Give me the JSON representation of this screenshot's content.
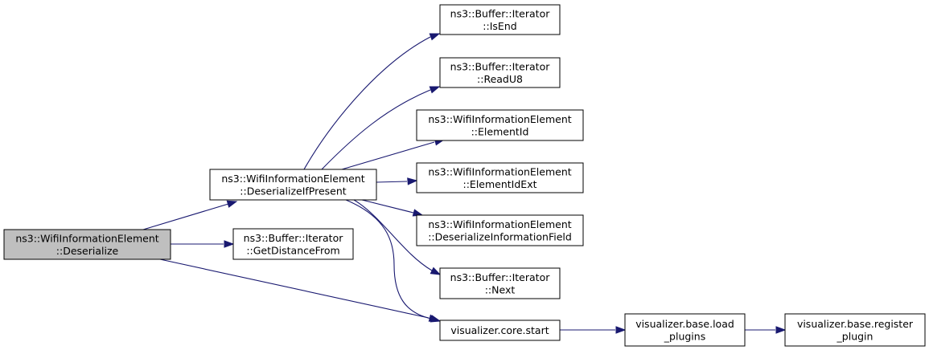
{
  "graph": {
    "nodes": {
      "deserialize": {
        "lines": [
          "ns3::WifiInformationElement",
          "::Deserialize"
        ],
        "root": true
      },
      "deserializeIfPresent": {
        "lines": [
          "ns3::WifiInformationElement",
          "::DeserializeIfPresent"
        ]
      },
      "getDistanceFrom": {
        "lines": [
          "ns3::Buffer::Iterator",
          "::GetDistanceFrom"
        ]
      },
      "isEnd": {
        "lines": [
          "ns3::Buffer::Iterator",
          "::IsEnd"
        ]
      },
      "readU8": {
        "lines": [
          "ns3::Buffer::Iterator",
          "::ReadU8"
        ]
      },
      "elementId": {
        "lines": [
          "ns3::WifiInformationElement",
          "::ElementId"
        ]
      },
      "elementIdExt": {
        "lines": [
          "ns3::WifiInformationElement",
          "::ElementIdExt"
        ]
      },
      "deserializeInfoField": {
        "lines": [
          "ns3::WifiInformationElement",
          "::DeserializeInformationField"
        ]
      },
      "next": {
        "lines": [
          "ns3::Buffer::Iterator",
          "::Next"
        ]
      },
      "coreStart": {
        "lines": [
          "visualizer.core.start"
        ]
      },
      "loadPlugins": {
        "lines": [
          "visualizer.base.load",
          "_plugins"
        ]
      },
      "registerPlugin": {
        "lines": [
          "visualizer.base.register",
          "_plugin"
        ]
      }
    },
    "edges": [
      [
        "deserialize",
        "deserializeIfPresent"
      ],
      [
        "deserialize",
        "getDistanceFrom"
      ],
      [
        "deserialize",
        "coreStart"
      ],
      [
        "deserializeIfPresent",
        "isEnd"
      ],
      [
        "deserializeIfPresent",
        "readU8"
      ],
      [
        "deserializeIfPresent",
        "elementId"
      ],
      [
        "deserializeIfPresent",
        "elementIdExt"
      ],
      [
        "deserializeIfPresent",
        "deserializeInfoField"
      ],
      [
        "deserializeIfPresent",
        "next"
      ],
      [
        "deserializeIfPresent",
        "coreStart"
      ],
      [
        "coreStart",
        "loadPlugins"
      ],
      [
        "loadPlugins",
        "registerPlugin"
      ]
    ],
    "colors": {
      "edge": "#191970",
      "root_fill": "#bfbfbf",
      "node_fill": "#ffffff"
    }
  }
}
